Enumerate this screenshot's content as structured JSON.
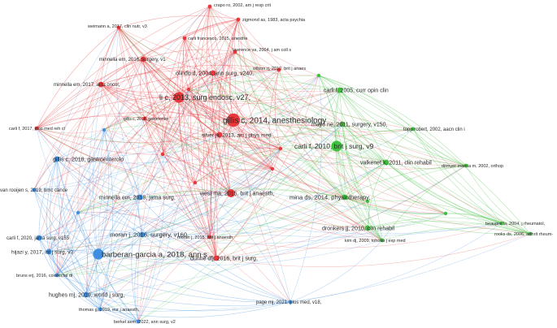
{
  "diagram": {
    "type": "co-citation-network",
    "colors": {
      "red": "#e8383b",
      "blue": "#3f8fe0",
      "green": "#3fc03f"
    },
    "clusters": [
      {
        "color": "red",
        "nodes": [
          {
            "id": "n_crapo",
            "label": "crapo ro, 2002, am j resp crit",
            "weight": 1
          },
          {
            "id": "n_zigmond",
            "label": "zigmond as, 1983, acta psychia",
            "weight": 1
          },
          {
            "id": "n_weimann",
            "label": "weimann a, 2017, clin nutr, v3",
            "weight": 1
          },
          {
            "id": "n_carlifrancesco",
            "label": "carli francesco, 2015, anesthe",
            "weight": 1
          },
          {
            "id": "n_lawrence",
            "label": "lawrence va, 2004, j am coll s",
            "weight": 1
          },
          {
            "id": "n_minnella2016",
            "label": "minnella em, 2016, surgery, v1",
            "weight": 2
          },
          {
            "id": "n_wilson",
            "label": "wilson rj, 2010, brit j anaes",
            "weight": 1
          },
          {
            "id": "n_olindo",
            "label": "olindo d, 2004, ann surg, v240,",
            "weight": 2
          },
          {
            "id": "n_minnella2017",
            "label": "minnella em, 2017, acta oncol,",
            "weight": 2
          },
          {
            "id": "n_li",
            "label": "li c, 2013, surg endosc, v27,",
            "weight": 4
          },
          {
            "id": "n_gillis2014",
            "label": "gillis c, 2014, anesthesiology",
            "weight": 5
          },
          {
            "id": "n_gillis2016",
            "label": "gillis c, 2016, gastroenter",
            "weight": 1
          },
          {
            "id": "n_carli2017",
            "label": "carli f, 2017, plos med reh cl",
            "weight": 1
          },
          {
            "id": "n_silver",
            "label": "silver jk, 2013, am j phys med",
            "weight": 2
          },
          {
            "id": "n_west",
            "label": "west ma, 2015, brit j anaesth,",
            "weight": 3
          },
          {
            "id": "n_dunne",
            "label": "dunne dfj, 2016, brit j surg,",
            "weight": 2
          },
          {
            "id": "n_moranj2015",
            "label": "moran j, 2015, brit j anaesth",
            "weight": 1
          }
        ]
      },
      {
        "color": "blue",
        "nodes": [
          {
            "id": "n_gillis2018",
            "label": "gillis c, 2018, gastroenterolo",
            "weight": 2
          },
          {
            "id": "n_vanrooijen",
            "label": "van rooijen s, 2019, bmc cance",
            "weight": 1
          },
          {
            "id": "n_minnella2018",
            "label": "minnella em, 2018, jama surg,",
            "weight": 2
          },
          {
            "id": "n_moran2016",
            "label": "moran j, 2016, surgery, v160,",
            "weight": 2
          },
          {
            "id": "n_carli2020",
            "label": "carli f, 2020, jama surg, v155",
            "weight": 2
          },
          {
            "id": "n_barberan",
            "label": "barberan-garcia a, 2018, ann s",
            "weight": 4
          },
          {
            "id": "n_hijazi",
            "label": "hijazi y, 2017, int j surg, v3",
            "weight": 2
          },
          {
            "id": "n_bruns",
            "label": "bruns erj, 2016, colorectal di",
            "weight": 1
          },
          {
            "id": "n_hughes",
            "label": "hughes mj, 2019, world j surg,",
            "weight": 2
          },
          {
            "id": "n_thomas",
            "label": "thomas g, 2019, eur j anaesth,",
            "weight": 1
          },
          {
            "id": "n_berkel",
            "label": "berkel aem, 2022, ann surg, v2",
            "weight": 1
          },
          {
            "id": "n_page",
            "label": "page mj, 2021, plos med, v18,",
            "weight": 1
          }
        ]
      },
      {
        "color": "green",
        "nodes": [
          {
            "id": "n_carli2005",
            "label": "carli f, 2005, curr opin clin",
            "weight": 2
          },
          {
            "id": "n_mayo",
            "label": "mayo ne, 2011, surgery, v150,",
            "weight": 2
          },
          {
            "id": "n_topp",
            "label": "topp robert, 2002, aacn clin i",
            "weight": 1
          },
          {
            "id": "n_carli2010",
            "label": "carli f, 2010, brit j surg, v9",
            "weight": 4
          },
          {
            "id": "n_valkenet",
            "label": "valkenet k, 2011, clin rehabil",
            "weight": 2
          },
          {
            "id": "n_ditmyer",
            "label": "ditmyer marcia m, 2002, orthop",
            "weight": 1
          },
          {
            "id": "n_mina",
            "label": "mina ds, 2014, physiotherapy,",
            "weight": 2
          },
          {
            "id": "n_beaupre",
            "label": "beaupre la, 2004, j rheumatol,",
            "weight": 1
          },
          {
            "id": "n_rooks",
            "label": "rooks ds, 2006, arthrit rheum-",
            "weight": 1
          },
          {
            "id": "n_dronkers",
            "label": "dronkers jj, 2010, clin rehabil",
            "weight": 2
          },
          {
            "id": "n_kim",
            "label": "kim dj, 2009, tohoku j exp med",
            "weight": 1
          }
        ]
      }
    ]
  }
}
